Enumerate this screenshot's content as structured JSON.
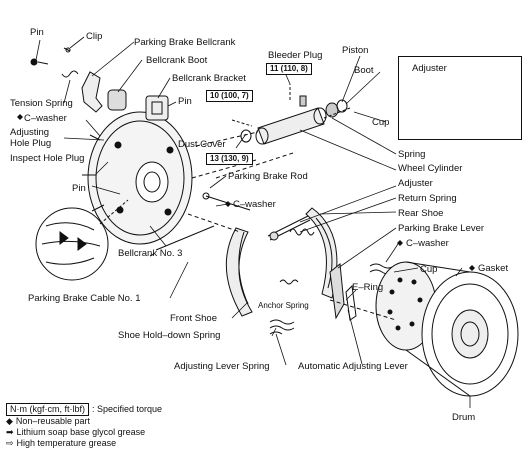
{
  "labels": {
    "pin_top": "Pin",
    "clip": "Clip",
    "parking_brake_bellcrank": "Parking Brake Bellcrank",
    "bellcrank_boot": "Bellcrank Boot",
    "bellcrank_bracket": "Bellcrank Bracket",
    "tension_spring": "Tension Spring",
    "c_washer_1": "C–washer",
    "adjusting_hole_plug": "Adjusting\nHole Plug",
    "inspect_hole_plug": "Inspect Hole Plug",
    "pin_left": "Pin",
    "pin_mid": "Pin",
    "dust_cover": "Dust Cover",
    "bleeder_plug": "Bleeder Plug",
    "piston": "Piston",
    "boot": "Boot",
    "adjuster_box_title": "Adjuster",
    "cup_top": "Cup",
    "spring": "Spring",
    "wheel_cylinder": "Wheel Cylinder",
    "adjuster": "Adjuster",
    "return_spring": "Return Spring",
    "rear_shoe": "Rear Shoe",
    "parking_brake_lever": "Parking Brake Lever",
    "c_washer_3": "C–washer",
    "cup_bottom": "Cup",
    "gasket": "Gasket",
    "parking_brake_rod": "Parking Brake Rod",
    "c_washer_2": "C–washer",
    "bellcrank_no3": "Bellcrank No. 3",
    "parking_brake_cable_no1": "Parking Brake Cable No. 1",
    "front_shoe": "Front Shoe",
    "anchor_spring": "Anchor Spring",
    "e_ring": "E–Ring",
    "shoe_hold_down_spring": "Shoe Hold–down Spring",
    "adjusting_lever_spring": "Adjusting Lever Spring",
    "automatic_adjusting_lever": "Automatic Adjusting Lever",
    "drum": "Drum"
  },
  "torques": {
    "bleeder": "11 (110, 8)",
    "cylinder": "10 (100, 7)",
    "backing": "13 (130, 9)"
  },
  "legend": {
    "torque_unit": "N·m (kgf·cm, ft·lbf)",
    "torque_desc": ": Specified torque",
    "non_reusable": "Non–reusable part",
    "lithium": "Lithium soap base glycol grease",
    "high_temp": "High temperature grease"
  }
}
